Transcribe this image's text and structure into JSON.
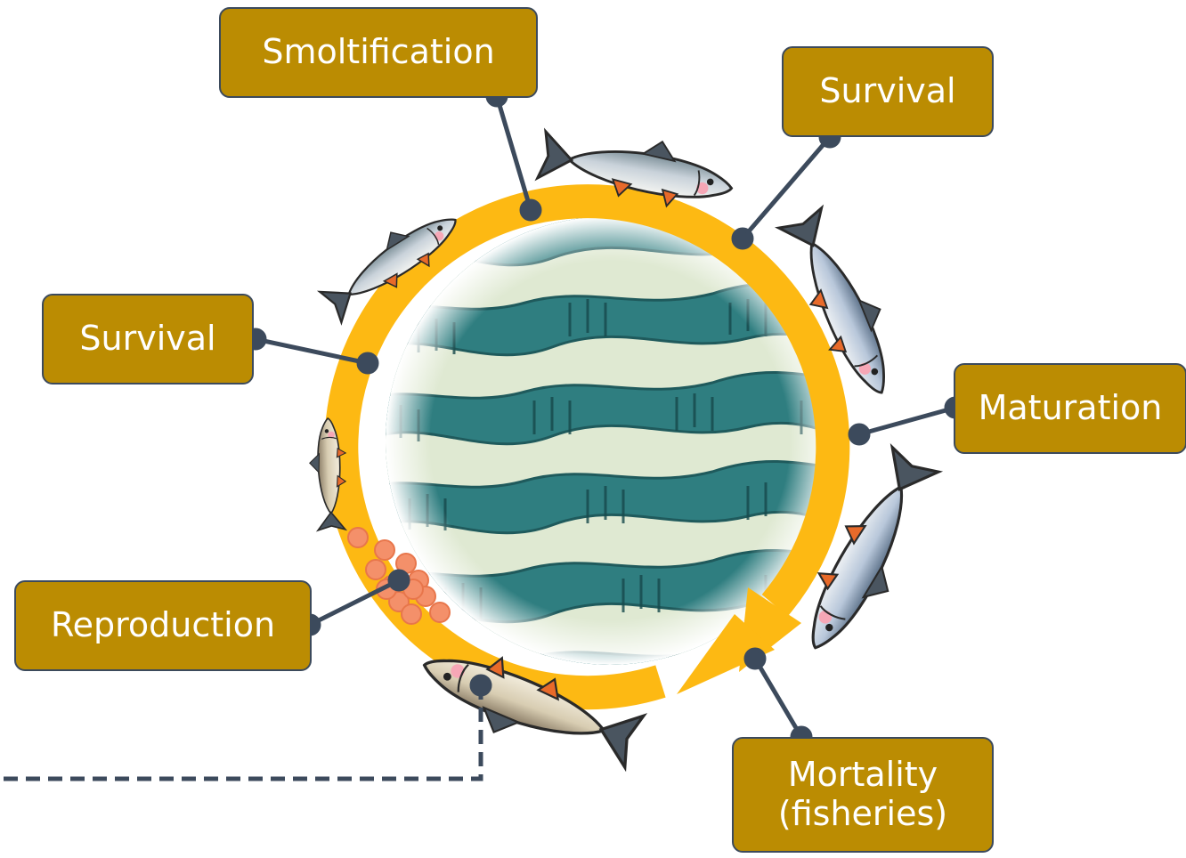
{
  "labels": {
    "smoltification": "Smoltification",
    "survival_top": "Survival",
    "survival_left": "Survival",
    "maturation": "Maturation",
    "reproduction": "Reproduction",
    "mortality_line1": "Mortality",
    "mortality_line2": "(fisheries)"
  },
  "colors": {
    "label_box": "#bb8c02",
    "label_border": "#3c4a5c",
    "cycle_arrow": "#fdb913",
    "connector": "#3c4a5c",
    "wave_dark": "#2a6f72",
    "wave_light": "#dfe9d2",
    "salmon_eggs": "#f4906a"
  }
}
